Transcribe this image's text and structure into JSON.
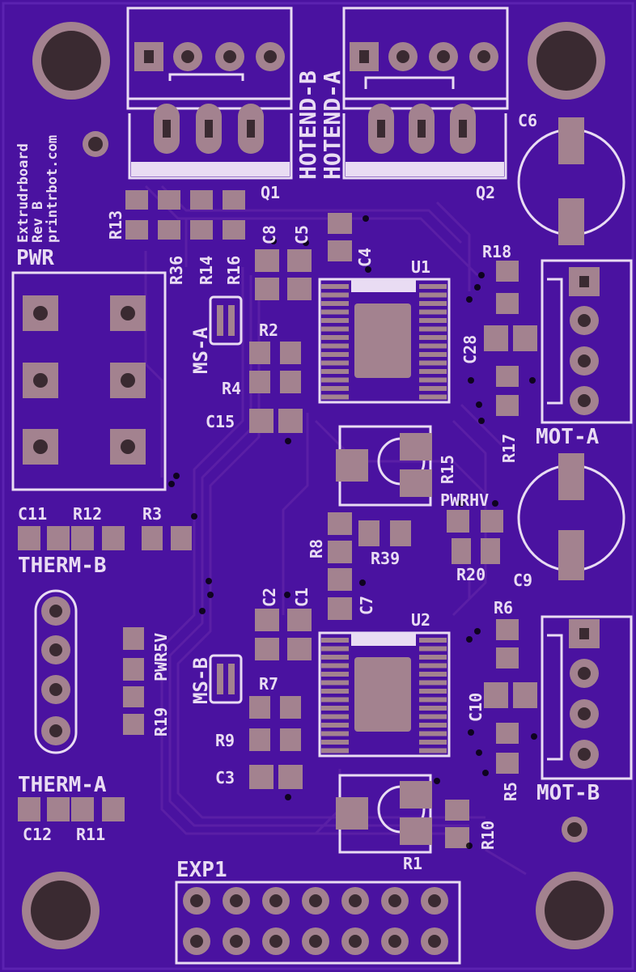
{
  "board": {
    "colors": {
      "mask": "#4a12a0",
      "mask_dark": "#3c0a8c",
      "silk": "#e9dcf3",
      "pad": "#a3828f",
      "hole": "#3a2a31"
    }
  },
  "board_info": {
    "line1": "Extrudrboard",
    "line2": "Rev B",
    "line3": "printrbot.com"
  },
  "connectors": {
    "hotend_b": "HOTEND-B",
    "hotend_a": "HOTEND-A",
    "pwr": "PWR",
    "mot_a": "MOT-A",
    "mot_b": "MOT-B",
    "therm_a": "THERM-A",
    "therm_b": "THERM-B",
    "exp1": "EXP1",
    "ms_a": "MS-A",
    "ms_b": "MS-B",
    "pwrhv": "PWRHV",
    "pwr5v": "PWR5V"
  },
  "refdes": {
    "q1": "Q1",
    "q2": "Q2",
    "u1": "U1",
    "u2": "U2",
    "c1": "C1",
    "c2": "C2",
    "c3": "C3",
    "c4": "C4",
    "c5": "C5",
    "c6": "C6",
    "c7": "C7",
    "c8": "C8",
    "c9": "C9",
    "c10": "C10",
    "c11": "C11",
    "c12": "C12",
    "c15": "C15",
    "c28": "C28",
    "r1": "R1",
    "r2": "R2",
    "r3": "R3",
    "r4": "R4",
    "r5": "R5",
    "r6": "R6",
    "r7": "R7",
    "r8": "R8",
    "r9": "R9",
    "r10": "R10",
    "r11": "R11",
    "r12": "R12",
    "r13": "R13",
    "r14": "R14",
    "r15": "R15",
    "r16": "R16",
    "r17": "R17",
    "r18": "R18",
    "r19": "R19",
    "r20": "R20",
    "r36": "R36",
    "r39": "R39"
  }
}
